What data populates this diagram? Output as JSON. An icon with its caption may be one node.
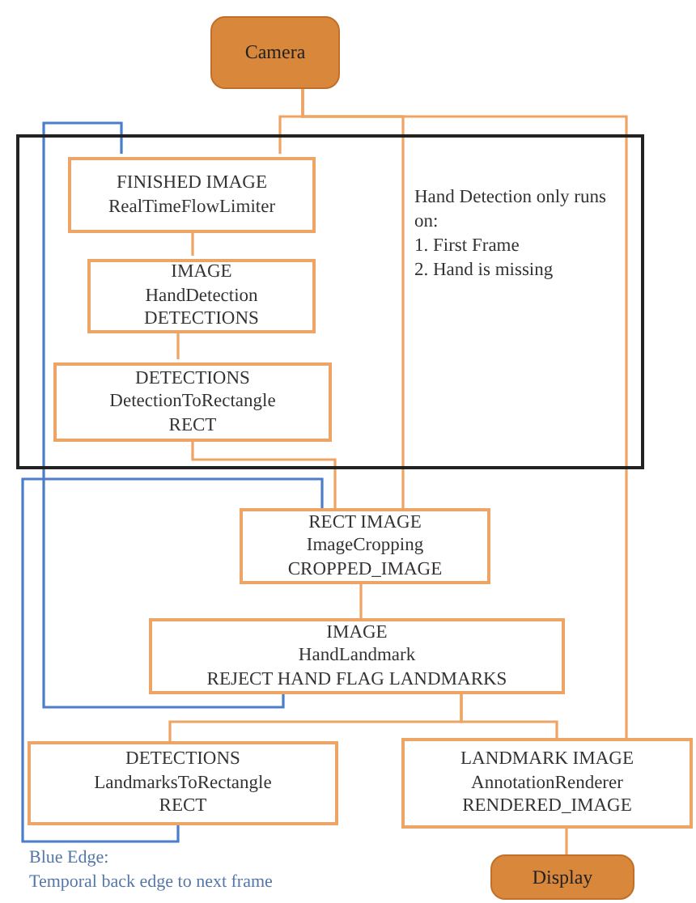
{
  "diagram": {
    "nodes": [
      {
        "text": [
          "Camera"
        ]
      },
      {
        "text": [
          "Hand Detection only runs on:",
          "1. First Frame",
          "2. Hand is missing"
        ]
      },
      {
        "text": [
          "FINISHED IMAGE",
          "RealTimeFlowLimiter"
        ],
        "in": 1
      },
      {
        "text": [
          "IMAGE",
          "HandDetection",
          "DETECTIONS"
        ],
        "in": 1
      },
      {
        "text": [
          "DETECTIONS",
          "DetectionToRectangle",
          "RECT"
        ],
        "in": 1
      },
      {
        "text": [
          "RECT IMAGE",
          "ImageCropping",
          "CROPPED_IMAGE"
        ]
      },
      {
        "text": [
          "IMAGE",
          "HandLandmark",
          "REJECT HAND FLAG LANDMARKS"
        ]
      },
      {
        "text": [
          "DETECTIONS",
          "LandmarksToRectangle",
          "RECT"
        ]
      },
      {
        "text": [
          "LANDMARK IMAGE",
          "AnnotationRenderer",
          "RENDERED_IMAGE"
        ]
      },
      {
        "text": [
          "Display"
        ]
      }
    ],
    "edges": [
      {
        "from": 0,
        "to": 2,
        "arrow": "none"
      },
      {
        "from": 0,
        "to": 5,
        "arrow": "none"
      },
      {
        "from": 0,
        "to": 8,
        "arrow": "none"
      },
      {
        "from": 2,
        "to": 3,
        "arrow": "none"
      },
      {
        "from": 3,
        "to": 4,
        "arrow": "none"
      },
      {
        "from": 4,
        "to": 5,
        "arrow": "none"
      },
      {
        "from": 5,
        "to": 6,
        "arrow": "none"
      },
      {
        "from": 6,
        "to": 7,
        "arrow": "none"
      },
      {
        "from": 6,
        "to": 8,
        "arrow": "none"
      },
      {
        "from": 8,
        "to": 9,
        "arrow": "none"
      },
      {
        "from": 6,
        "to": 2,
        "arrow": "none",
        "color": "#4a7fc8"
      },
      {
        "from": 7,
        "to": 5,
        "arrow": "none",
        "color": "#4a7fc8"
      }
    ],
    "labels": [
      "Blue Edge:",
      "Temporal back edge to next frame"
    ]
  }
}
